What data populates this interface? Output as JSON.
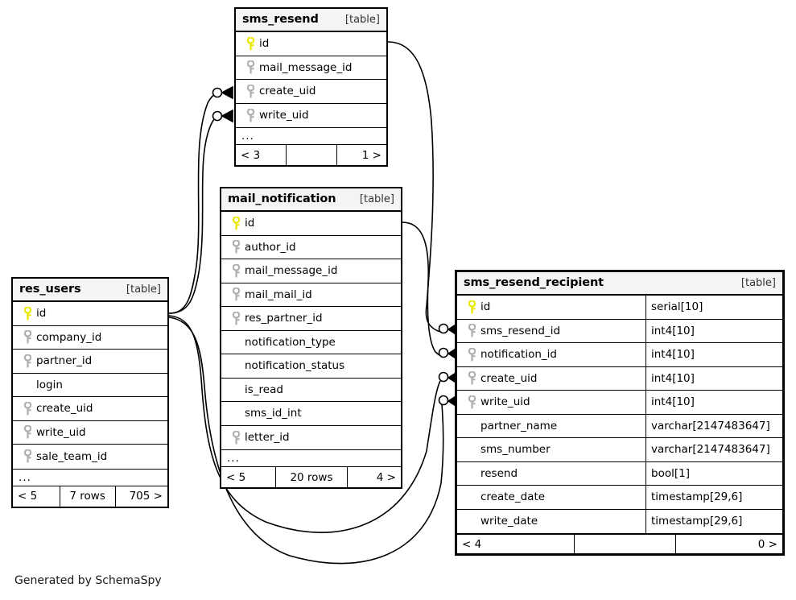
{
  "footer": {
    "text": "Generated by SchemaSpy"
  },
  "labels": {
    "table_tag": "[table]",
    "ellipsis": "..."
  },
  "colors": {
    "pk_key": "#e8e800",
    "fk_key": "#b0b0b0",
    "header_bg": "#f4f4f4",
    "border": "#000000"
  },
  "tables": [
    {
      "id": "sms_resend",
      "name": "sms_resend",
      "tag": "[table]",
      "show_types": false,
      "columns": [
        {
          "name": "id",
          "key": "pk",
          "type": ""
        },
        {
          "name": "mail_message_id",
          "key": "fk",
          "type": ""
        },
        {
          "name": "create_uid",
          "key": "fk",
          "type": ""
        },
        {
          "name": "write_uid",
          "key": "fk",
          "type": ""
        }
      ],
      "has_ellipsis": true,
      "footer": {
        "left": "< 3",
        "middle": "",
        "right": "1 >"
      }
    },
    {
      "id": "mail_notification",
      "name": "mail_notification",
      "tag": "[table]",
      "show_types": false,
      "columns": [
        {
          "name": "id",
          "key": "pk",
          "type": ""
        },
        {
          "name": "author_id",
          "key": "fk",
          "type": ""
        },
        {
          "name": "mail_message_id",
          "key": "fk",
          "type": ""
        },
        {
          "name": "mail_mail_id",
          "key": "fk",
          "type": ""
        },
        {
          "name": "res_partner_id",
          "key": "fk",
          "type": ""
        },
        {
          "name": "notification_type",
          "key": "none",
          "type": ""
        },
        {
          "name": "notification_status",
          "key": "none",
          "type": ""
        },
        {
          "name": "is_read",
          "key": "none",
          "type": ""
        },
        {
          "name": "sms_id_int",
          "key": "none",
          "type": ""
        },
        {
          "name": "letter_id",
          "key": "fk",
          "type": ""
        }
      ],
      "has_ellipsis": true,
      "footer": {
        "left": "< 5",
        "middle": "20 rows",
        "right": "4 >"
      }
    },
    {
      "id": "res_users",
      "name": "res_users",
      "tag": "[table]",
      "show_types": false,
      "columns": [
        {
          "name": "id",
          "key": "pk",
          "type": ""
        },
        {
          "name": "company_id",
          "key": "fk",
          "type": ""
        },
        {
          "name": "partner_id",
          "key": "fk",
          "type": ""
        },
        {
          "name": "login",
          "key": "none",
          "type": ""
        },
        {
          "name": "create_uid",
          "key": "fk",
          "type": ""
        },
        {
          "name": "write_uid",
          "key": "fk",
          "type": ""
        },
        {
          "name": "sale_team_id",
          "key": "fk",
          "type": ""
        }
      ],
      "has_ellipsis": true,
      "footer": {
        "left": "< 5",
        "middle": "7 rows",
        "right": "705 >"
      }
    },
    {
      "id": "sms_resend_recipient",
      "name": "sms_resend_recipient",
      "tag": "[table]",
      "show_types": true,
      "columns": [
        {
          "name": "id",
          "key": "pk",
          "type": "serial[10]"
        },
        {
          "name": "sms_resend_id",
          "key": "fk",
          "type": "int4[10]"
        },
        {
          "name": "notification_id",
          "key": "fk",
          "type": "int4[10]"
        },
        {
          "name": "create_uid",
          "key": "fk",
          "type": "int4[10]"
        },
        {
          "name": "write_uid",
          "key": "fk",
          "type": "int4[10]"
        },
        {
          "name": "partner_name",
          "key": "none",
          "type": "varchar[2147483647]"
        },
        {
          "name": "sms_number",
          "key": "none",
          "type": "varchar[2147483647]"
        },
        {
          "name": "resend",
          "key": "none",
          "type": "bool[1]"
        },
        {
          "name": "create_date",
          "key": "none",
          "type": "timestamp[29,6]"
        },
        {
          "name": "write_date",
          "key": "none",
          "type": "timestamp[29,6]"
        }
      ],
      "has_ellipsis": false,
      "footer": {
        "left": "< 4",
        "middle": "",
        "right": "0 >"
      }
    }
  ],
  "relationships": [
    {
      "from": "res_users.id",
      "to": "sms_resend.create_uid"
    },
    {
      "from": "res_users.id",
      "to": "sms_resend.write_uid"
    },
    {
      "from": "res_users.id",
      "to": "sms_resend_recipient.create_uid"
    },
    {
      "from": "res_users.id",
      "to": "sms_resend_recipient.write_uid"
    },
    {
      "from": "sms_resend.id",
      "to": "sms_resend_recipient.sms_resend_id"
    },
    {
      "from": "mail_notification.id",
      "to": "sms_resend_recipient.notification_id"
    }
  ]
}
